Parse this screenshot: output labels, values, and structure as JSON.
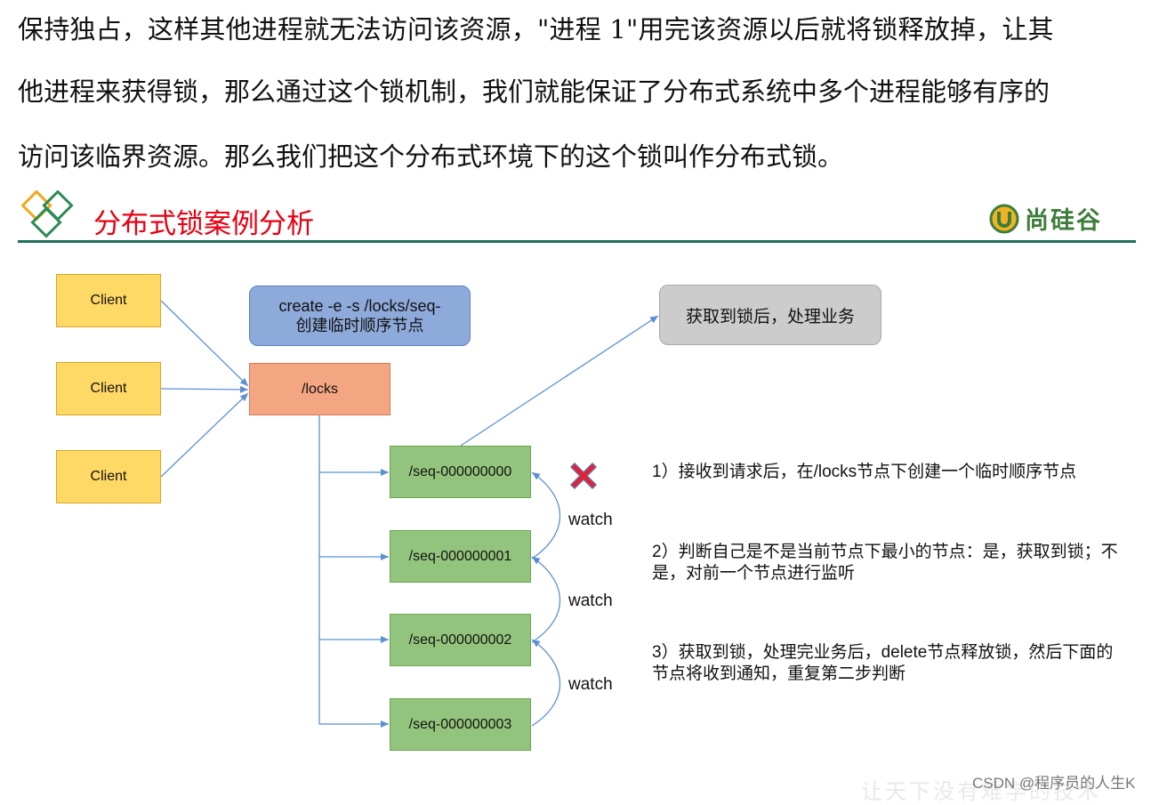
{
  "paragraph": {
    "line1": "保持独占，这样其他进程就无法访问该资源，\"进程 1\"用完该资源以后就将锁释放掉，让其",
    "line2": "他进程来获得锁，那么通过这个锁机制，我们就能保证了分布式系统中多个进程能够有序的",
    "line3": "访问该临界资源。那么我们把这个分布式环境下的这个锁叫作分布式锁。"
  },
  "slide": {
    "title": "分布式锁案例分析",
    "brand": "尚硅谷",
    "colors": {
      "title": "#e60012",
      "rule": "#1f6f58",
      "brand": "#3d7d3a"
    }
  },
  "diagram": {
    "clients": [
      "Client",
      "Client",
      "Client"
    ],
    "locks_node": "/locks",
    "command": {
      "line1": "create -e -s /locks/seq-",
      "line2": "创建临时顺序节点"
    },
    "acquired": "获取到锁后，处理业务",
    "seq_nodes": [
      "/seq-000000000",
      "/seq-000000001",
      "/seq-000000002",
      "/seq-000000003"
    ],
    "watch_labels": [
      "watch",
      "watch",
      "watch"
    ],
    "steps": [
      "1）接收到请求后，在/locks节点下创建一个临时顺序节点",
      "2）判断自己是不是当前节点下最小的节点：是，获取到锁；不是，对前一个节点进行监听",
      "3）获取到锁，处理完业务后，delete节点释放锁，然后下面的节点将收到通知，重复第二步判断"
    ],
    "icons": {
      "deleted_marker": "red-x-icon"
    },
    "colors": {
      "client": "#ffd966",
      "locks": "#f4a582",
      "command": "#8eaadb",
      "acquired": "#cccccc",
      "seq": "#93c47d",
      "arrow": "#5b8fd4"
    }
  },
  "watermark": "CSDN @程序员的人生K",
  "ghost_slogan": "让天下没有难学的技术"
}
